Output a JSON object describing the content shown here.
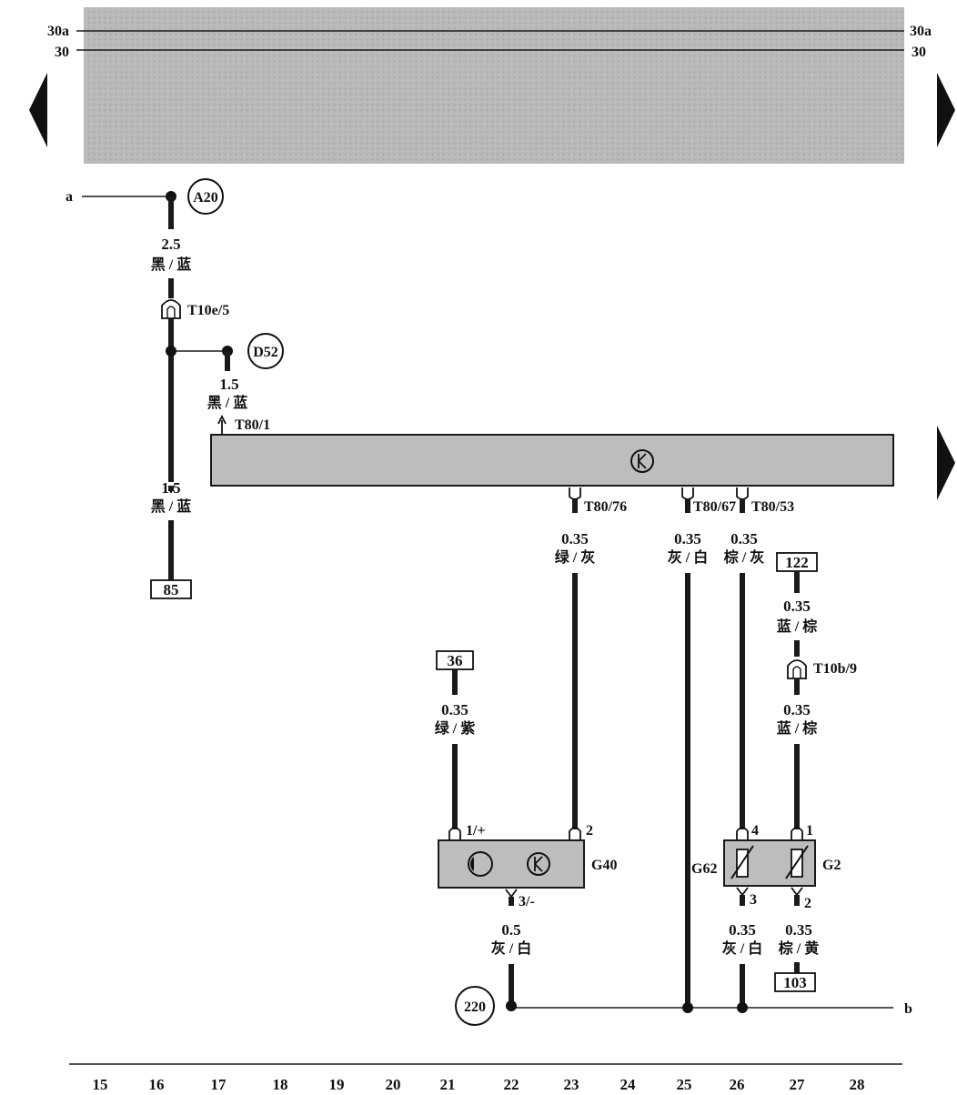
{
  "rails": {
    "left_30a": "30a",
    "left_30": "30",
    "right_30a": "30a",
    "right_30": "30"
  },
  "nodes": {
    "a20": "A20",
    "d52": "D52",
    "n220": "220",
    "a": "a",
    "b": "b"
  },
  "wires": {
    "w1_size": "2.5",
    "w1_color": "黑 / 蓝",
    "w2_size": "1.5",
    "w2_color": "黑 / 蓝",
    "w3_size": "1.5",
    "w3_color": "黑 / 蓝",
    "w23_size": "0.35",
    "w23_color": "绿 / 灰",
    "w25_size": "0.35",
    "w25_color": "灰 / 白",
    "w26_size": "0.35",
    "w26_color": "棕 / 灰",
    "w27a_size": "0.35",
    "w27a_color": "蓝 / 棕",
    "w27b_size": "0.35",
    "w27b_color": "蓝 / 棕",
    "w21_size": "0.35",
    "w21_color": "绿 / 紫",
    "w22_size": "0.5",
    "w22_color": "灰 / 白",
    "w26b_size": "0.35",
    "w26b_color": "灰 / 白",
    "w27c_size": "0.35",
    "w27c_color": "棕 / 黄"
  },
  "connectors": {
    "t10e5": "T10e/5",
    "t801": "T80/1",
    "t8076": "T80/76",
    "t8067": "T80/67",
    "t8053": "T80/53",
    "t10b9": "T10b/9"
  },
  "refs": {
    "r85": "85",
    "r122": "122",
    "r36": "36",
    "r103": "103"
  },
  "components": {
    "g40": "G40",
    "g62": "G62",
    "g2": "G2",
    "pin_1p": "1/+",
    "pin_2": "2",
    "pin_3m": "3/-",
    "pin_4": "4",
    "pin_1": "1",
    "pin_3": "3",
    "pin_2b": "2"
  },
  "scale": [
    "15",
    "16",
    "17",
    "18",
    "19",
    "20",
    "21",
    "22",
    "23",
    "24",
    "25",
    "26",
    "27",
    "28"
  ]
}
